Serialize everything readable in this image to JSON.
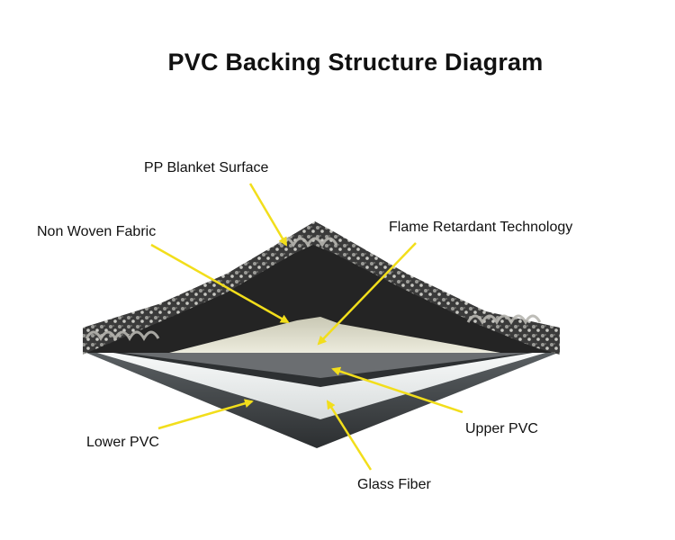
{
  "title": "PVC Backing Structure Diagram",
  "labels": {
    "pp_blanket_surface": "PP Blanket Surface",
    "non_woven_fabric": "Non Woven Fabric",
    "flame_retardant": "Flame Retardant Technology",
    "upper_pvc": "Upper PVC",
    "lower_pvc": "Lower PVC",
    "glass_fiber": "Glass Fiber"
  },
  "colors": {
    "arrow": "#f2de1b",
    "carpet_dark": "#2a2a2a",
    "fabric": "#d9d6c0",
    "glass_fiber": "#e9ecec",
    "lower_pvc": "#3f4346"
  }
}
